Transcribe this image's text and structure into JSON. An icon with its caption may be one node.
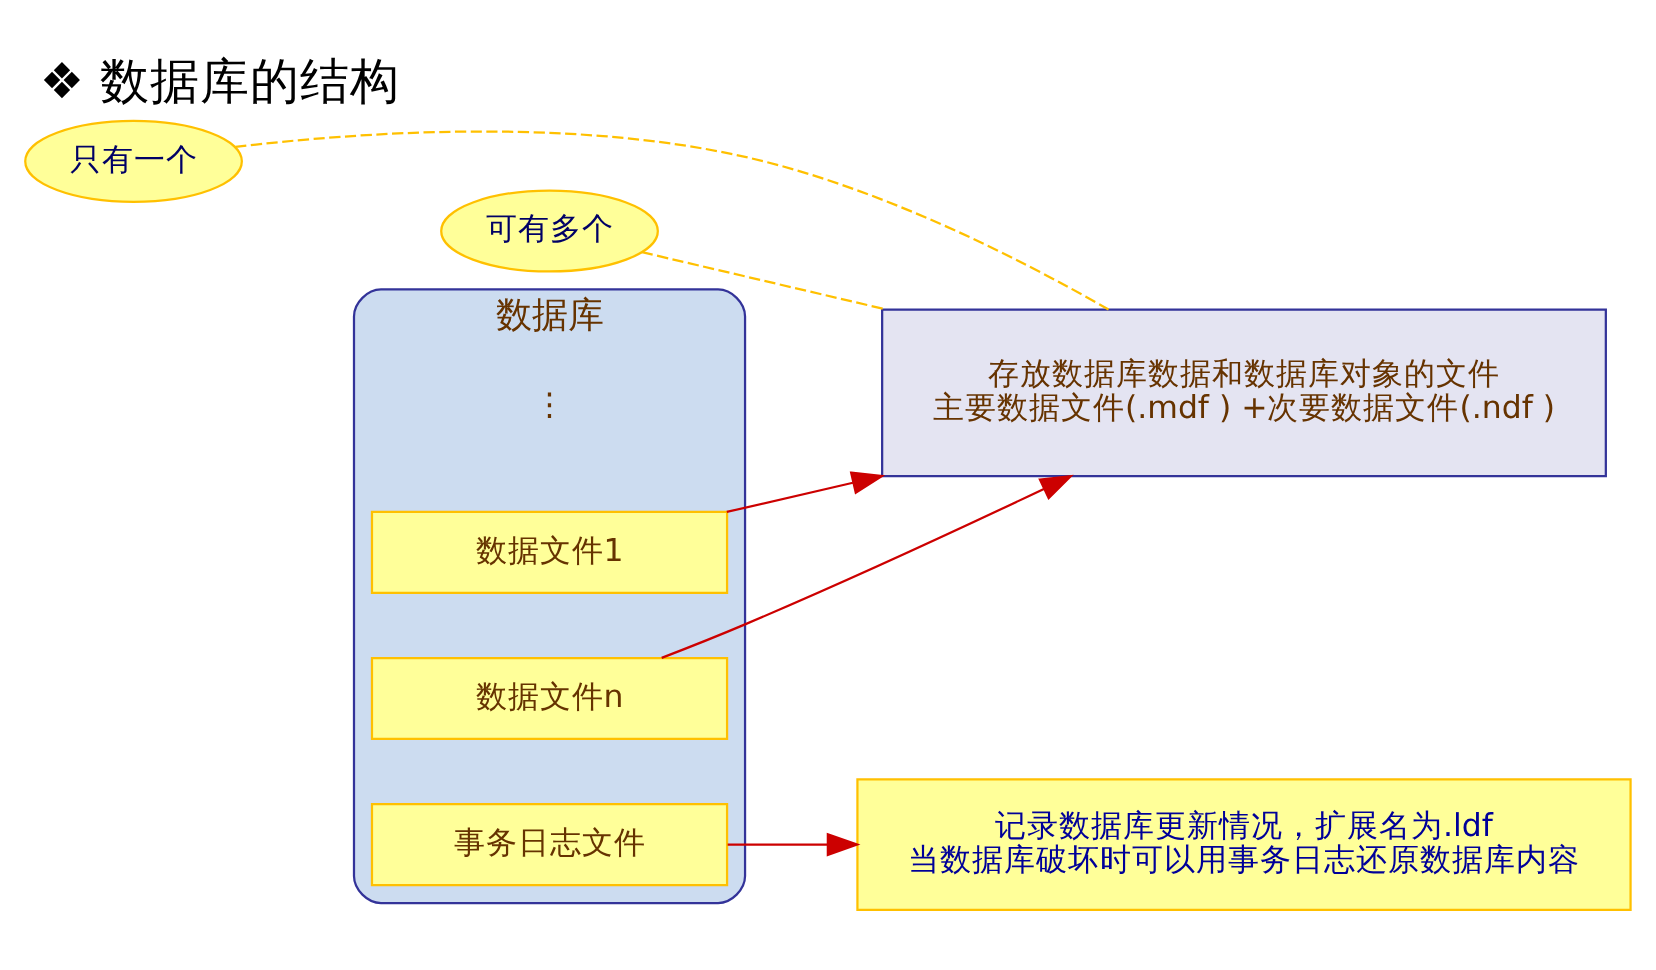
{
  "diagram": {
    "title": "❖ 数据库的结构",
    "nodes": [
      {
        "text": [
          "数据库"
        ]
      },
      {
        "text": [
          "数据文件1"
        ],
        "in": 0
      },
      {
        "text": [
          "数据文件n"
        ],
        "in": 0
      },
      {
        "text": [
          "事务日志文件"
        ],
        "in": 0
      },
      {
        "text": [
          "存放数据库数据和数据库对象的文件",
          "主要数据文件(.mdf ) +次要数据文件(.ndf )"
        ]
      },
      {
        "text": [
          "记录数据库更新情况，扩展名为.ldf",
          "当数据库破坏时可以用事务日志还原数据库内容"
        ]
      },
      {
        "text": [
          "只有一个"
        ]
      },
      {
        "text": [
          "可有多个"
        ]
      }
    ],
    "edges": [
      {
        "from": 1,
        "to": 4,
        "arrow": "to"
      },
      {
        "from": 2,
        "to": 4,
        "arrow": "to"
      },
      {
        "from": 3,
        "to": 5,
        "arrow": "to"
      },
      {
        "from": 6,
        "to": 4,
        "arrow": "none",
        "style": "dashed",
        "color": "#ffc000"
      },
      {
        "from": 7,
        "to": 4,
        "arrow": "none",
        "style": "dashed",
        "color": "#ffc000"
      }
    ],
    "labels": [
      "⋮"
    ]
  }
}
